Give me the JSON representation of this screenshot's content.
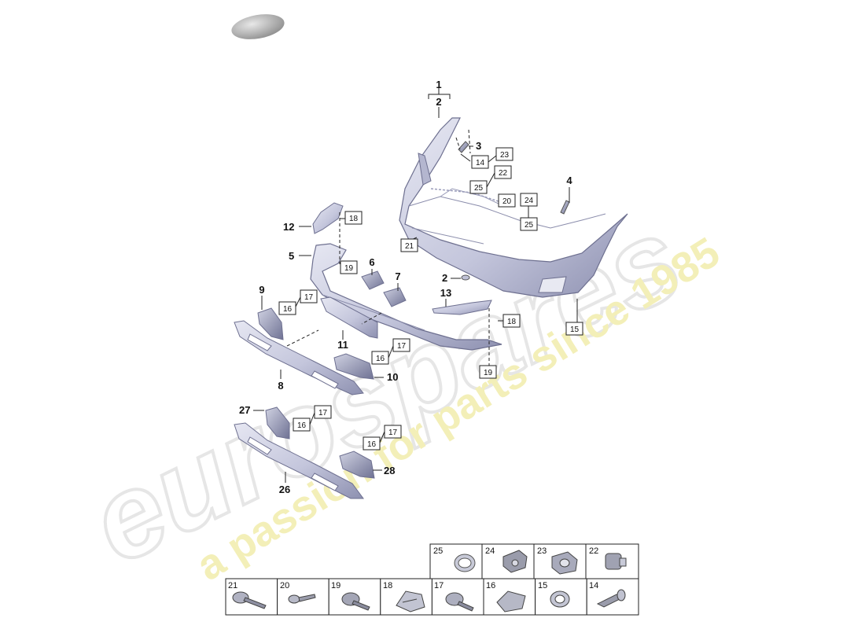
{
  "watermark": {
    "brand": "eurospares",
    "tagline": "a passion for parts since 1985",
    "brand_color": "#e9e9e9",
    "tagline_color": "#f4f0b4"
  },
  "callouts": {
    "c1": "1",
    "c2a": "2",
    "c3": "3",
    "c4": "4",
    "c2b": "2",
    "c5": "5",
    "c6": "6",
    "c7": "7",
    "c8": "8",
    "c9": "9",
    "c10": "10",
    "c11": "11",
    "c12": "12",
    "c13": "13",
    "c26": "26",
    "c27": "27",
    "c28": "28"
  },
  "boxes": {
    "b23": "23",
    "b14": "14",
    "b22": "22",
    "b25a": "25",
    "b20": "20",
    "b24": "24",
    "b25b": "25",
    "b21": "21",
    "b15": "15",
    "b18a": "18",
    "b19a": "19",
    "b17a": "17",
    "b16a": "16",
    "b18b": "18",
    "b17b": "17",
    "b16b": "16",
    "b19b": "19",
    "b17c": "17",
    "b16c": "16",
    "b17d": "17",
    "b16d": "16"
  },
  "legend": {
    "top": [
      "25",
      "24",
      "23",
      "22"
    ],
    "bottom": [
      "21",
      "20",
      "19",
      "18",
      "17",
      "16",
      "15",
      "14"
    ],
    "top_icons": [
      "ring-clip-icon",
      "sensor-holder-icon",
      "sensor-mount-icon",
      "expansion-nut-icon"
    ],
    "bottom_icons": [
      "large-head-screw-icon",
      "screw-icon",
      "torx-screw-icon",
      "spring-clip-icon",
      "pan-screw-icon",
      "clip-nut-icon",
      "cable-holder-icon",
      "expanding-rivet-icon"
    ]
  },
  "colors": {
    "part_fill": "#c9cbe0",
    "part_stroke": "#6e7090",
    "line": "#222222"
  }
}
